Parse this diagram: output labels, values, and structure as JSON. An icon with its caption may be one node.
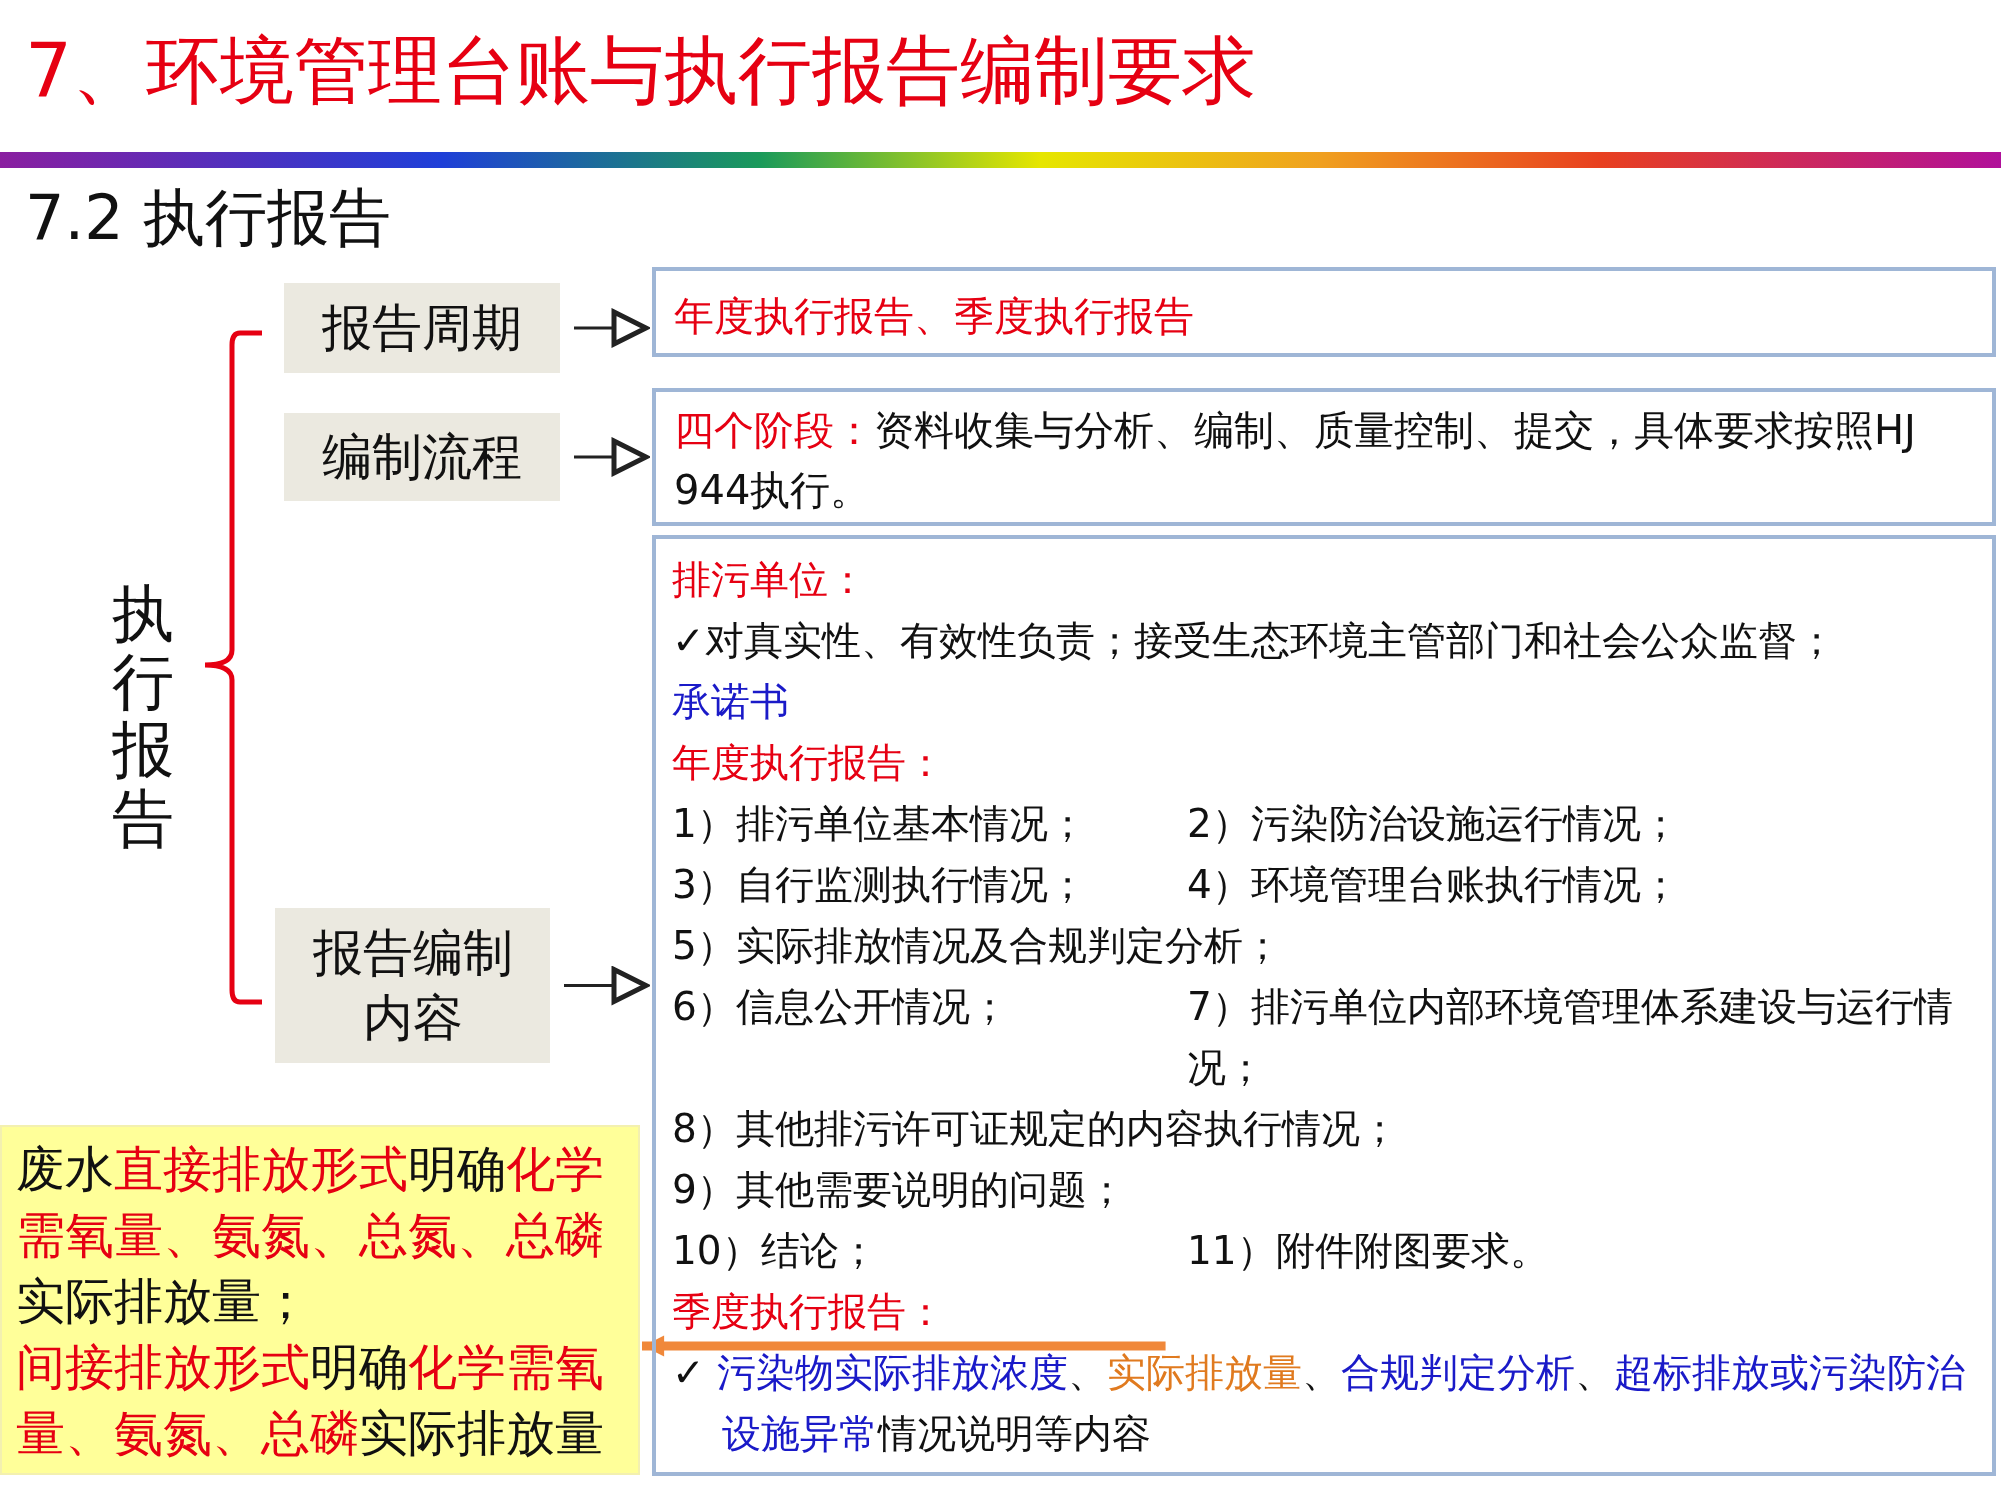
{
  "diagram": {
    "title": "7、环境管理台账与执行报告编制要求",
    "nodes": [
      {
        "text": [
          "报告周期"
        ]
      },
      {
        "text": [
          "年度执行报告、季度执行报告"
        ]
      },
      {
        "text": [
          "编制流程"
        ]
      },
      {
        "text": [
          "**四个阶段：**资料收集与分析、编制、质量控制、提交，具体要求按照HJ 944执行。"
        ]
      },
      {
        "text": [
          "报告编制内容"
        ]
      },
      {
        "text": [
          "排污单位：",
          "✓对真实性、有效性负责；接受生态环境主管部门和社会公众监督；",
          "承诺书",
          "年度执行报告：",
          "1）排污单位基本情况；",
          "2）污染防治设施运行情况；",
          "3）自行监测执行情况；",
          "4）环境管理台账执行情况；",
          "5）实际排放情况及合规判定分析；",
          "6）信息公开情况；",
          "7）排污单位内部环境管理体系建设与运行情况；",
          "8）其他排污许可证规定的内容执行情况；",
          "9）其他需要说明的问题；",
          "10）结论；",
          "11）附件附图要求。",
          "季度执行报告：",
          "✓ **污染物实际排放浓度**、*实际排放量*、**合规判定分析**、**超标排放或污染防治设施异常**情况说明等内容"
        ]
      },
      {
        "text": [
          "废水**直接排放形式**明确**化学需氧量、氨氮、总氮、总磷**实际排放量；",
          "**间接排放形式**明确**化学需氧量、氨氮、总磷**实际排放量"
        ]
      }
    ],
    "edges": [
      {
        "from": 0,
        "to": 1,
        "arrow": "to"
      },
      {
        "from": 2,
        "to": 3,
        "arrow": "to"
      },
      {
        "from": 4,
        "to": 5,
        "arrow": "to"
      },
      {
        "from": 5,
        "to": 6,
        "arrow": "to",
        "style": "thick",
        "color": "#f0883a"
      }
    ],
    "labels": [
      "7.2  执行报告",
      "执行报告"
    ]
  }
}
